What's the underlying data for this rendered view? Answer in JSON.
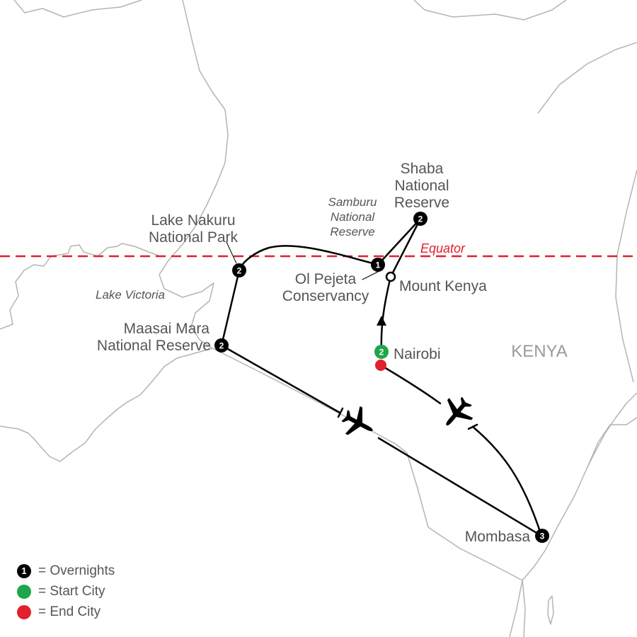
{
  "map": {
    "country_label": "KENYA",
    "equator_label": "Equator",
    "colors": {
      "route": "#000000",
      "borders": "#b4b4b4",
      "equator": "#e0202a",
      "start": "#1fa64a",
      "end": "#e0202a",
      "overnight": "#000000",
      "label_text": "#555555"
    },
    "water_labels": {
      "lake_victoria": "Lake Victoria"
    },
    "places": {
      "nairobi": {
        "name": "Nairobi",
        "nights": "2"
      },
      "mount_kenya": {
        "name": "Mount Kenya"
      },
      "shaba": {
        "line1": "Shaba",
        "line2": "National",
        "line3": "Reserve",
        "nights": "2"
      },
      "samburu": {
        "line1": "Samburu",
        "line2": "National",
        "line3": "Reserve"
      },
      "ol_pejeta": {
        "line1": "Ol Pejeta",
        "line2": "Conservancy",
        "nights": "1"
      },
      "lake_nakuru": {
        "line1": "Lake Nakuru",
        "line2": "National Park",
        "nights": "2"
      },
      "maasai_mara": {
        "line1": "Maasai Mara",
        "line2": "National Reserve",
        "nights": "2"
      },
      "mombasa": {
        "name": "Mombasa",
        "nights": "3"
      }
    }
  },
  "legend": {
    "overnights": {
      "marker": "1",
      "label": "= Overnights"
    },
    "start_city": {
      "label": "= Start City"
    },
    "end_city": {
      "label": "= End City"
    }
  }
}
